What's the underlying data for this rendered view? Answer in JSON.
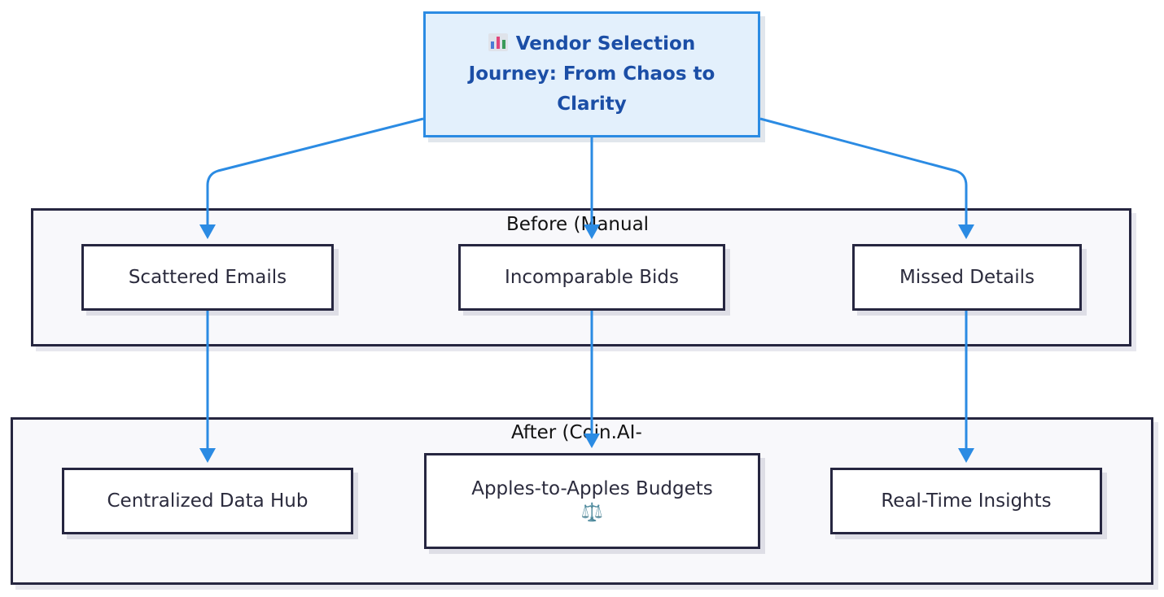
{
  "title": {
    "icon": "bar-chart-icon",
    "text": "Vendor Selection Journey: From Chaos to Clarity"
  },
  "clusters": {
    "before": {
      "label": "Before (Manual"
    },
    "after": {
      "label": "After (Coin.AI-"
    }
  },
  "nodes": {
    "scattered_emails": "Scattered Emails",
    "incomparable_bids": "Incomparable Bids",
    "missed_details": "Missed Details",
    "centralized_hub": "Centralized Data Hub",
    "apples_budgets": "Apples-to-Apples Budgets",
    "apples_budgets_icon": "⚖️",
    "realtime_insights": "Real-Time Insights"
  },
  "colors": {
    "edge": "#2b8be3",
    "node_border": "#262640",
    "title_fill": "#e3f0fc",
    "title_text": "#1b4ea6"
  }
}
